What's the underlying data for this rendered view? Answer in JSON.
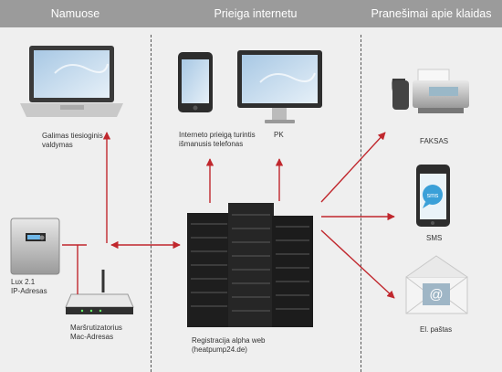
{
  "headers": {
    "home": "Namuose",
    "internet": "Prieiga internetu",
    "errors": "Pranešimai apie klaidas"
  },
  "captions": {
    "laptop_line1": "Galimas tiesioginis",
    "laptop_line2": "valdymas",
    "phone_line1": "Interneto prieigą turintis",
    "phone_line2": "išmanusis telefonas",
    "pc": "PK",
    "fax": "FAKSAS",
    "sms": "SMS",
    "email": "El. paštas",
    "lux_line1": "Lux 2.1",
    "lux_line2": "IP-Adresas",
    "router_line1": "Maršrutizatorius",
    "router_line2": "Mac-Adresas",
    "server_line1": "Registracija alpha web",
    "server_line2": "(heatpump24.de)"
  },
  "icon_texts": {
    "sms_bubble": "sms",
    "email_at": "@"
  },
  "colors": {
    "header_bar": "#9b9b9b",
    "arrow": "#c0272d",
    "divider": "#555555",
    "background": "#efefef"
  }
}
